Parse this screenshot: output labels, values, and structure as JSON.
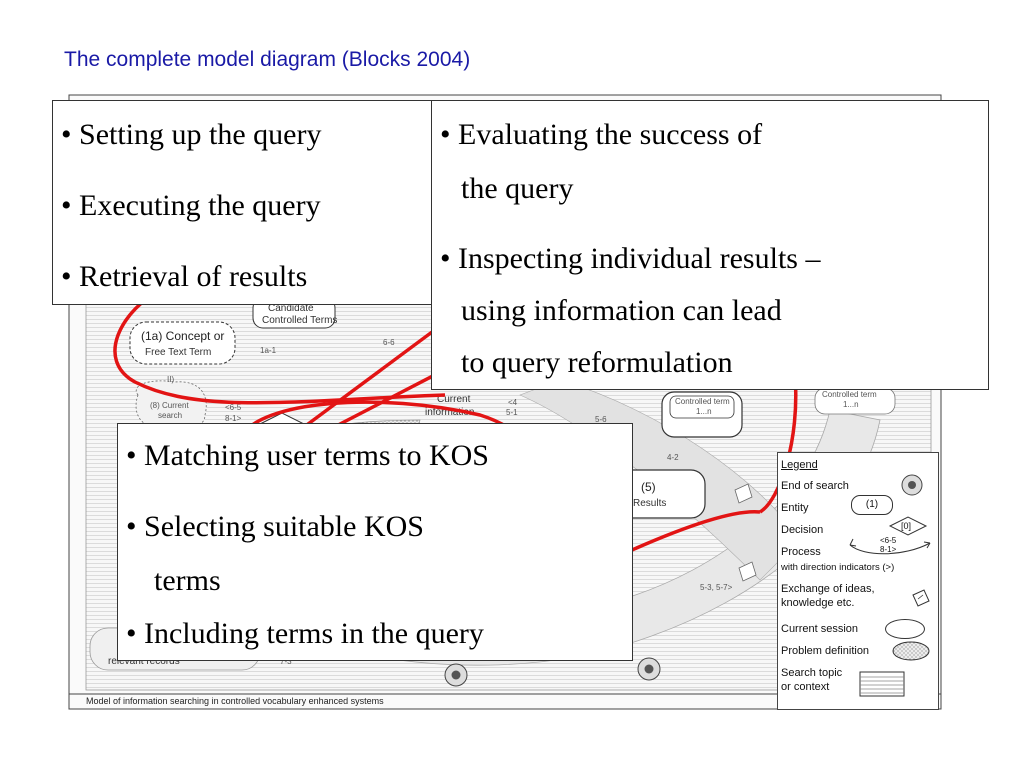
{
  "slide": {
    "title": "The complete model diagram (Blocks 2004)"
  },
  "callouts": {
    "query_steps": [
      "• Setting up the query",
      "• Executing the query",
      "• Retrieval of results"
    ],
    "evaluation": [
      "• Evaluating the success of",
      "the query",
      "• Inspecting individual results –",
      "using information can lead",
      "to query reformulation"
    ],
    "kos": [
      "• Matching user terms to KOS",
      "• Selecting suitable KOS",
      "terms",
      "• Including terms in the query"
    ]
  },
  "diagram": {
    "caption": "Model of information searching in controlled vocabulary enhanced systems",
    "nodes": {
      "candidate": [
        "Candidate",
        "Controlled Terms"
      ],
      "concept": [
        "(1a) Concept or",
        "Free Text Term"
      ],
      "current_search": [
        "(8) Current",
        "search"
      ],
      "current_info": [
        "Current",
        "information"
      ],
      "controlled_term": [
        "Controlled term",
        "1...n"
      ],
      "controlled_term_right": [
        "Controlled term",
        "1...n"
      ],
      "results": [
        "(5)",
        "Results"
      ],
      "relevant_records": "relevant records",
      "roman_two": "II)"
    },
    "edge_labels": {
      "e_1a1": "1a-1",
      "e_66": "6-6",
      "e_65_top": "<6-5",
      "e_81": "8-1>",
      "e_4": "<4",
      "e_51": "5-1",
      "e_56": "5-6",
      "e_42": "4-2",
      "e_53": "5-3, 5-7>",
      "e_73": "7-3"
    }
  },
  "legend": {
    "title": "Legend",
    "end_of_search": "End of search",
    "entity": "Entity",
    "entity_sample": "(1)",
    "decision": "Decision",
    "decision_sample": "[0]",
    "process": "Process",
    "process_codes": [
      "<6-5",
      "8-1>"
    ],
    "direction": "with direction indicators (>)",
    "exchange": [
      "Exchange of ideas,",
      "knowledge etc."
    ],
    "current_session": "Current session",
    "problem_definition": "Problem definition",
    "search_topic": [
      "Search topic",
      "or context"
    ]
  },
  "colors": {
    "title": "#1a1aa6",
    "arrow": "#e21414",
    "outline": "#333333"
  }
}
